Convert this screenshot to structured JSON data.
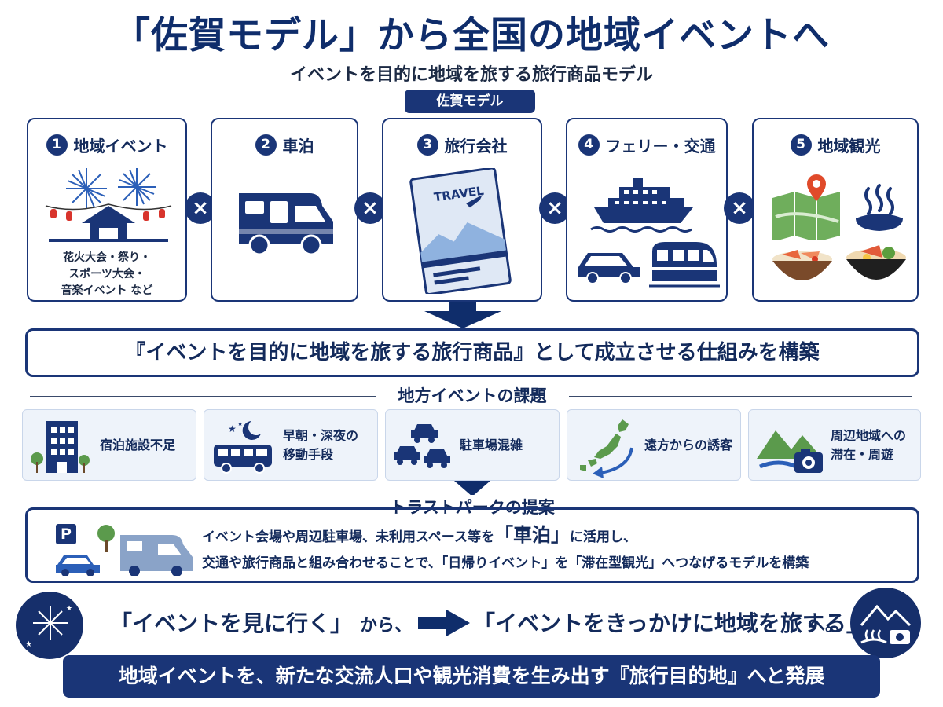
{
  "title": "「佐賀モデル」から全国の地域イベントへ",
  "subtitle": "イベントを目的に地域を旅する旅行商品モデル",
  "model_label": "佐賀モデル",
  "cards": [
    {
      "num": "1",
      "title": "地域イベント",
      "desc": [
        "花火大会・祭り・",
        "スポーツ大会・",
        "音楽イベント など"
      ]
    },
    {
      "num": "2",
      "title": "車泊"
    },
    {
      "num": "3",
      "title": "旅行会社",
      "travel_label": "TRAVEL"
    },
    {
      "num": "4",
      "title": "フェリー・交通"
    },
    {
      "num": "5",
      "title": "地域観光"
    }
  ],
  "multiply_symbol": "×",
  "outcome": "『イベントを目的に地域を旅する旅行商品』として成立させる仕組みを構築",
  "issues_title": "地方イベントの課題",
  "issues": [
    {
      "lines": [
        "宿泊施設不足"
      ]
    },
    {
      "lines": [
        "早朝・深夜の",
        "移動手段"
      ]
    },
    {
      "lines": [
        "駐車場混雑"
      ]
    },
    {
      "lines": [
        "遠方からの誘客"
      ]
    },
    {
      "lines": [
        "周辺地域への",
        "滞在・周遊"
      ]
    }
  ],
  "proposal_title": "トラストパークの提案",
  "proposal": {
    "line1_pre": "イベント会場や周辺駐車場、未利用スペース等を",
    "line1_em": "「車泊」",
    "line1_post": "に活用し、",
    "line2": "交通や旅行商品と組み合わせることで、「日帰りイベント」を「滞在型観光」へつなげるモデルを構築",
    "parking_letter": "P"
  },
  "shift": {
    "from": "「イベントを見に行く」",
    "mid": "から、",
    "to": "「イベントをきっかけに地域を旅する」",
    "end": "へ。"
  },
  "banner": "地域イベントを、新たな交流人口や観光消費を生み出す『旅行目的地』へと発展",
  "colors": {
    "navy": "#1a3577",
    "green": "#5b9a4c",
    "light_panel": "#eef3fa"
  }
}
